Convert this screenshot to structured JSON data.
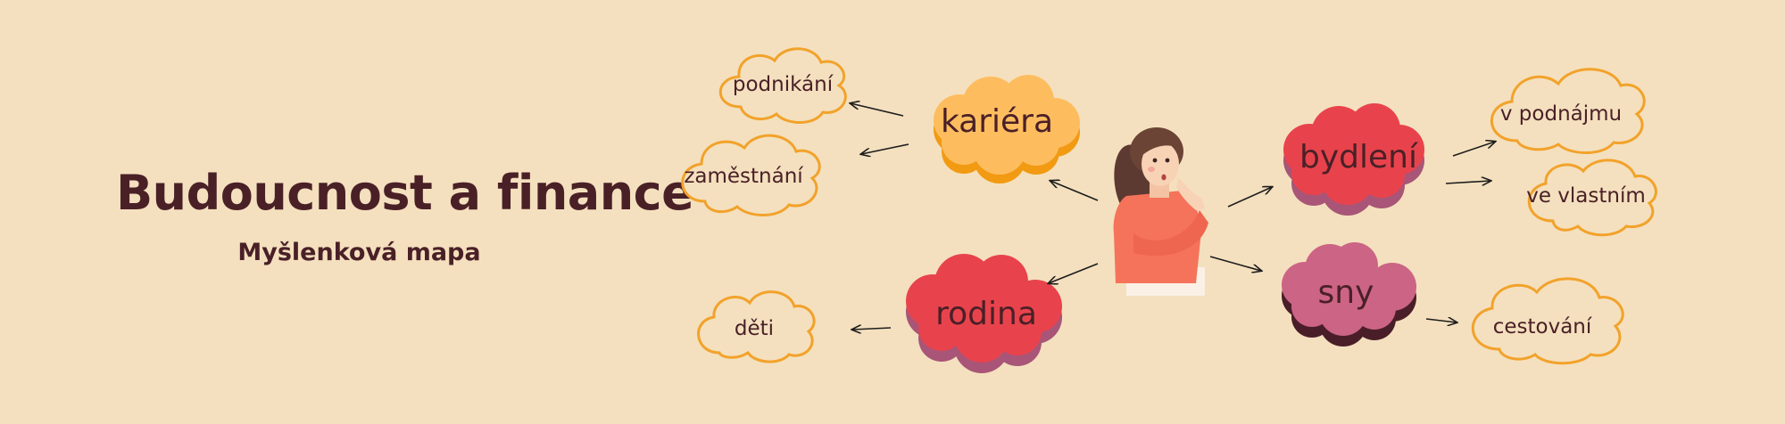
{
  "title": "Budoucnost a finance",
  "subtitle": "Myšlenková mapa",
  "nodes": {
    "kariera": "kariéra",
    "bydleni": "bydlení",
    "rodina": "rodina",
    "sny": "sny",
    "podnikani": "podnikání",
    "zamestnani": "zaměstnání",
    "v_podnajmu": "v podnájmu",
    "ve_vlastnim": "ve vlastním",
    "deti": "děti",
    "cestovani": "cestování"
  },
  "colors": {
    "background": "#f4e0be",
    "text": "#4a2027",
    "kariera_fill": "#fdbd5f",
    "kariera_shadow": "#f19a12",
    "red_fill": "#e8434c",
    "red_shadow": "#a85577",
    "sny_fill": "#cc6485",
    "sny_shadow": "#4a1e28",
    "outline_cloud": "#f2a22b"
  }
}
